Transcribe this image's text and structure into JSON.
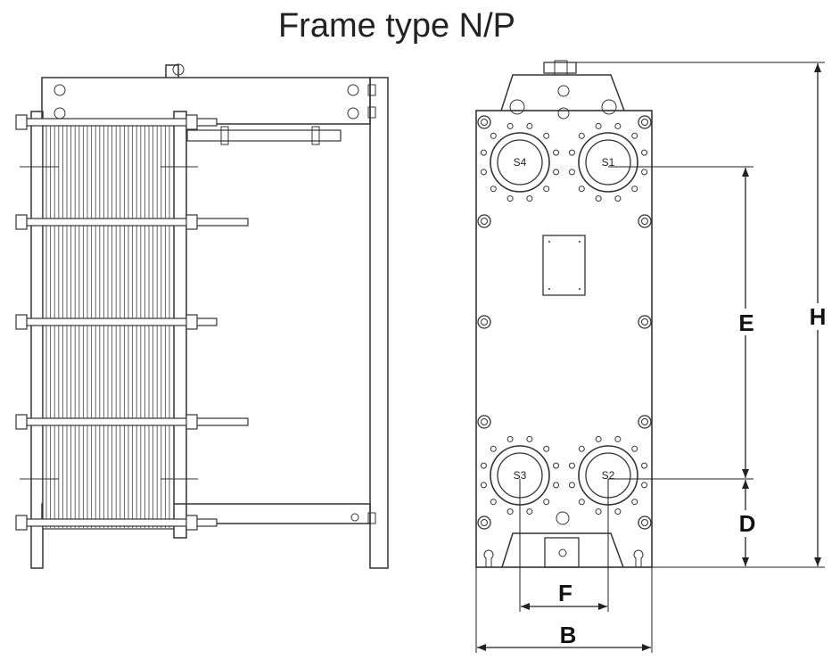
{
  "title": "Frame type N/P",
  "ports": {
    "s1": "S1",
    "s2": "S2",
    "s3": "S3",
    "s4": "S4"
  },
  "dimensions": {
    "e": "E",
    "h": "H",
    "d": "D",
    "f": "F",
    "b": "B"
  }
}
